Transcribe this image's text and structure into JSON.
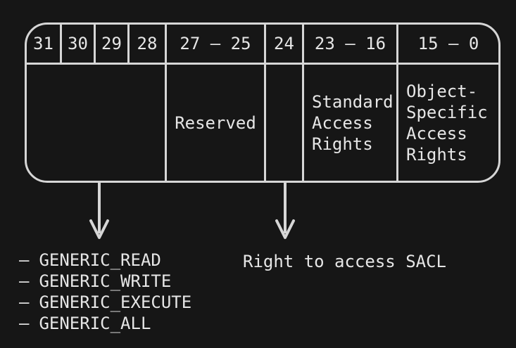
{
  "colors": {
    "background": "#161616",
    "line": "#d6d6d6",
    "text": "#e6e6e6"
  },
  "table": {
    "headers": [
      "31",
      "30",
      "29",
      "28",
      "27 – 25",
      "24",
      "23 – 16",
      "15 – 0"
    ],
    "body": {
      "generic_bits_cell": "",
      "reserved_cell": "Reserved",
      "bit24_cell": "",
      "standard_cell": "Standard\nAccess\nRights",
      "object_specific_cell": "Object-\nSpecific\nAccess\nRights"
    }
  },
  "annotations": {
    "generic": {
      "dash": "–",
      "items": [
        "GENERIC_READ",
        "GENERIC_WRITE",
        "GENERIC_EXECUTE",
        "GENERIC_ALL"
      ]
    },
    "sacl_note": "Right to access SACL"
  }
}
